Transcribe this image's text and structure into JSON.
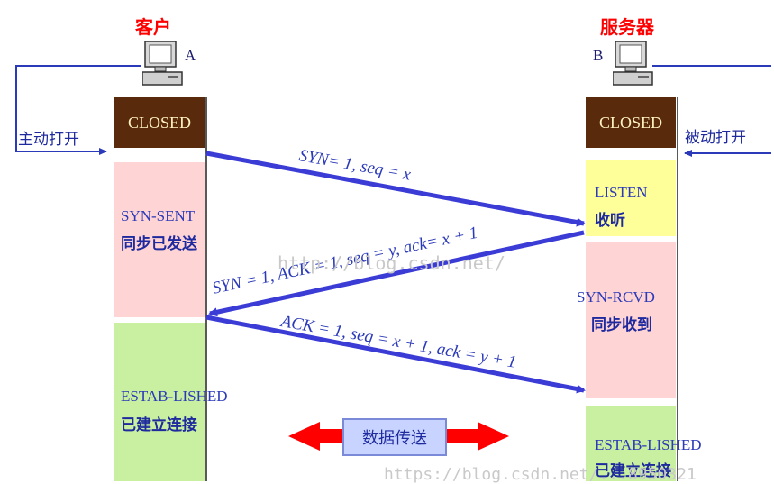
{
  "client": {
    "title": "客户",
    "letter": "A"
  },
  "server": {
    "title": "服务器",
    "letter": "B"
  },
  "closed_label": "CLOSED",
  "active_open": "主动打开",
  "passive_open": "被动打开",
  "states": {
    "syn_sent": {
      "en": "SYN-SENT",
      "zh": "同步已发送"
    },
    "listen": {
      "en": "LISTEN",
      "zh": "收听"
    },
    "syn_rcvd": {
      "en": "SYN-RCVD",
      "zh": "同步收到"
    },
    "client_established": {
      "en": "ESTAB-LISHED",
      "zh": "已建立连接"
    },
    "server_established": {
      "en": "ESTAB-LISHED",
      "zh": "已建立连接"
    }
  },
  "messages": {
    "m1": "SYN= 1, seq = x",
    "m2": "SYN = 1, ACK = 1, seq = y, ack= x + 1",
    "m3": "ACK = 1, seq = x + 1, ack = y + 1"
  },
  "transfer_label": "数据传送",
  "watermarks": {
    "w1": "http://blog.csdn.net/",
    "w2": "https://blog.csdn.net/...8950321"
  },
  "colors": {
    "closed_bg": "#5a2a0c",
    "syn_sent_bg": "#ffd4d4",
    "listen_bg": "#ffff99",
    "established_bg": "#c8f0a0",
    "arrow": "#3b3bd6",
    "double_arrow": "#ff0000",
    "title": "#ff0000"
  },
  "icons": {
    "client_computer": "computer-icon",
    "server_computer": "computer-icon"
  }
}
